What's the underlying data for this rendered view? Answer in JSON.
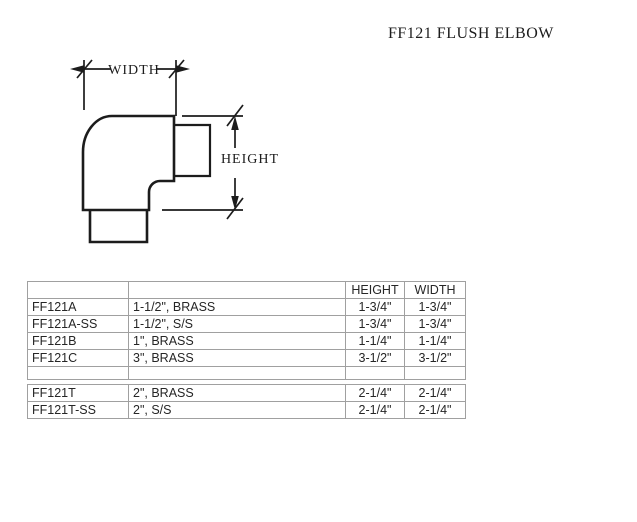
{
  "title": "FF121 FLUSH ELBOW",
  "diagram": {
    "width_label": "WIDTH",
    "height_label": "HEIGHT"
  },
  "table": {
    "headers": {
      "height": "HEIGHT",
      "width": "WIDTH"
    },
    "rows": [
      {
        "part": "FF121A",
        "desc": "1-1/2\", BRASS",
        "height": "1-3/4\"",
        "width": "1-3/4\""
      },
      {
        "part": "FF121A-SS",
        "desc": "1-1/2\", S/S",
        "height": "1-3/4\"",
        "width": "1-3/4\""
      },
      {
        "part": "FF121B",
        "desc": "1\", BRASS",
        "height": "1-1/4\"",
        "width": "1-1/4\""
      },
      {
        "part": "FF121C",
        "desc": "3\", BRASS",
        "height": "3-1/2\"",
        "width": "3-1/2\""
      }
    ],
    "rows_t": [
      {
        "part": "FF121T",
        "desc": "2\", BRASS",
        "height": "2-1/4\"",
        "width": "2-1/4\""
      },
      {
        "part": "FF121T-SS",
        "desc": "2\", S/S",
        "height": "2-1/4\"",
        "width": "2-1/4\""
      }
    ]
  }
}
